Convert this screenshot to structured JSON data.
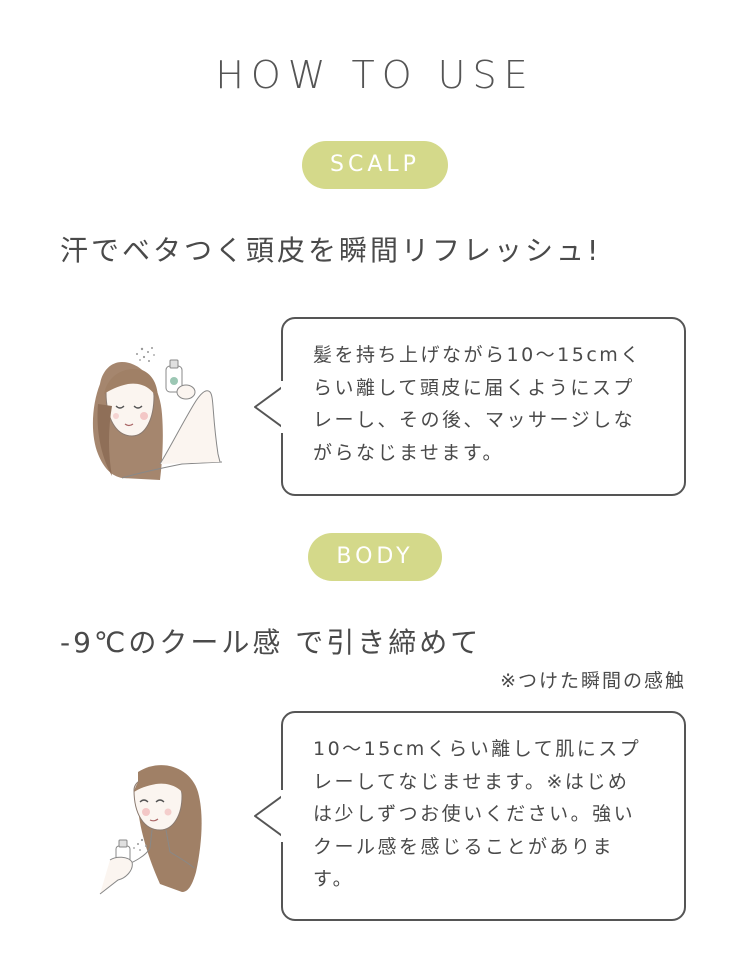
{
  "page": {
    "title": "HOW TO USE"
  },
  "scalp": {
    "label": "SCALP",
    "headline": "汗でベタつく頭皮を瞬間リフレッシュ!",
    "instructions": [
      "髪を持ち上げながら10〜15cmく",
      "らい離して頭皮に届くようにスプ",
      "レーし、その後、マッサージしな",
      "がらなじませます。"
    ],
    "illustration_icon": "woman-spraying-scalp-illustration"
  },
  "body": {
    "label": "BODY",
    "headline": "-9℃のクール感 で引き締めて",
    "note": "※つけた瞬間の感触",
    "instructions": [
      "10〜15cmくらい離して肌にスプ",
      "レーしてなじませます。※はじめ",
      "は少しずつお使いください。強い",
      "クール感を感じることがありま",
      "す。"
    ],
    "illustration_icon": "woman-spraying-neck-illustration"
  },
  "colors": {
    "pill": "#d4d98a",
    "text": "#4a4a4a",
    "border": "#555555",
    "hair": "#a08066"
  }
}
